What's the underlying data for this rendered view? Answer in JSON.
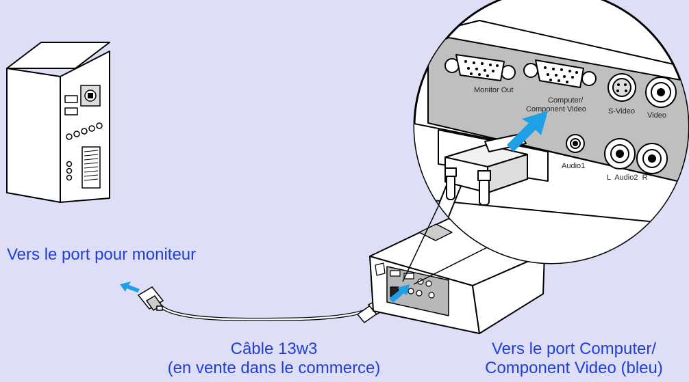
{
  "labels": {
    "monitor_port": "Vers le port pour moniteur",
    "cable_line1": "Câble 13w3",
    "cable_line2": "(en vente dans le commerce)",
    "computer_port_line1": "Vers le port Computer/",
    "computer_port_line2": "Component Video (bleu)"
  },
  "ports": {
    "monitor_out": "Monitor Out",
    "computer_line1": "Computer/",
    "computer_line2": "Component Video",
    "s_video": "S-Video",
    "video": "Video",
    "audio1": "Audio1",
    "audio2": "L  Audio2  R"
  },
  "colors": {
    "background": "#dedef7",
    "text": "#1f3fd6",
    "arrow": "#1e9fe6",
    "line": "#000000",
    "panel": "#bfbfbf"
  }
}
